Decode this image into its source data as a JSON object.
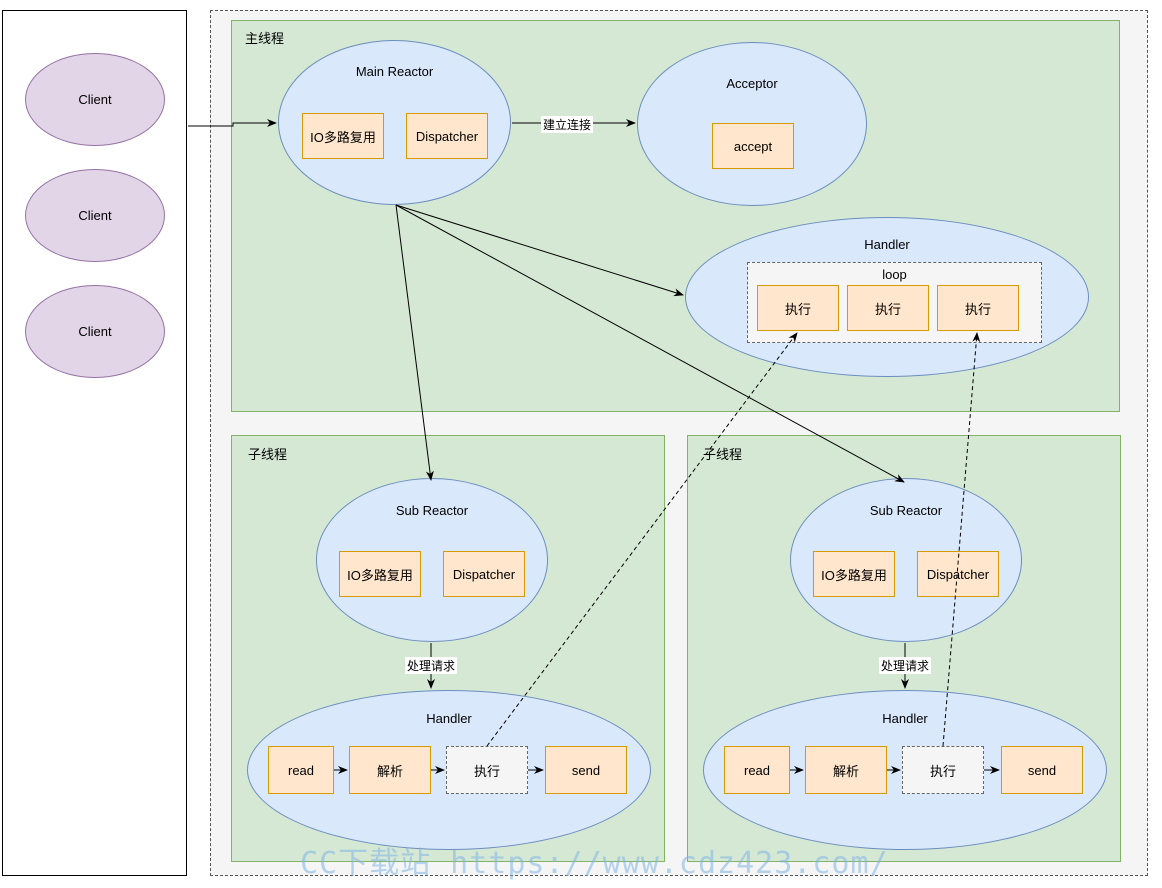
{
  "clients": [
    "Client",
    "Client",
    "Client"
  ],
  "main_thread": {
    "label": "主线程",
    "main_reactor": {
      "title": "Main Reactor",
      "mux": "IO多路复用",
      "dispatcher": "Dispatcher"
    },
    "edge_label": "建立连接",
    "acceptor": {
      "title": "Acceptor",
      "accept": "accept"
    },
    "handler": {
      "title": "Handler",
      "loop": "loop",
      "tasks": [
        "执行",
        "执行",
        "执行"
      ]
    }
  },
  "sub_threads": [
    {
      "label": "子线程",
      "reactor": {
        "title": "Sub Reactor",
        "mux": "IO多路复用",
        "dispatcher": "Dispatcher"
      },
      "edge_label": "处理请求",
      "handler": {
        "title": "Handler",
        "steps": [
          "read",
          "解析",
          "执行",
          "send"
        ]
      }
    },
    {
      "label": "子线程",
      "reactor": {
        "title": "Sub Reactor",
        "mux": "IO多路复用",
        "dispatcher": "Dispatcher"
      },
      "edge_label": "处理请求",
      "handler": {
        "title": "Handler",
        "steps": [
          "read",
          "解析",
          "执行",
          "send"
        ]
      }
    }
  ],
  "watermark": "CC下载站 https://www.cdz423.com/"
}
